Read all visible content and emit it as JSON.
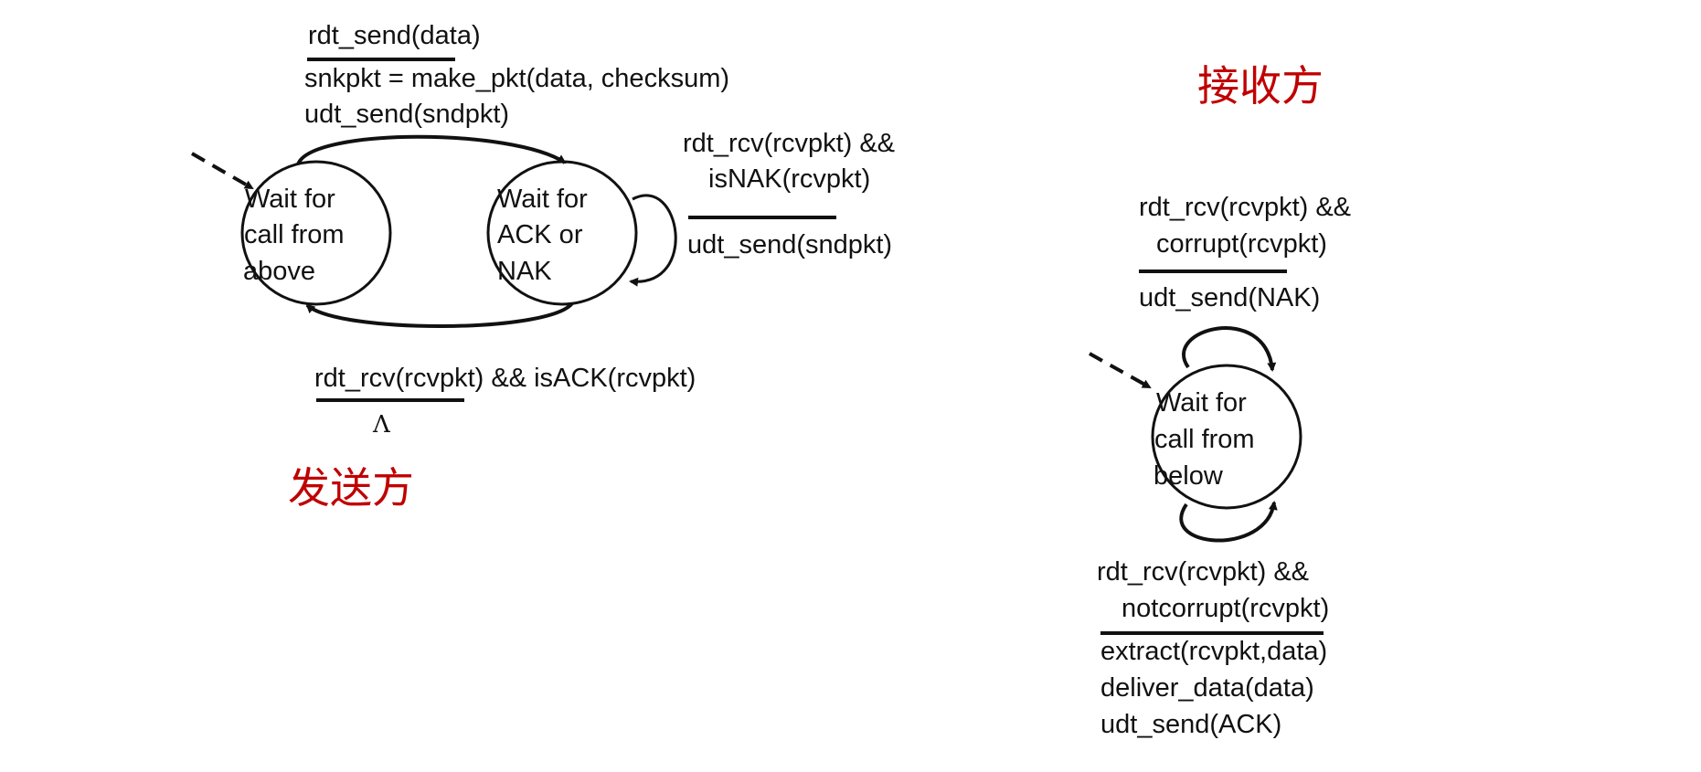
{
  "sender": {
    "title": "发送方",
    "state_idle": {
      "lines": [
        "Wait for",
        "call from",
        "above"
      ]
    },
    "state_wait_ack": {
      "lines": [
        "Wait for",
        "ACK or",
        "NAK"
      ]
    },
    "transition_send": {
      "event": "rdt_send(data)",
      "actions": [
        "snkpkt = make_pkt(data, checksum)",
        "udt_send(sndpkt)"
      ]
    },
    "transition_nak": {
      "event_lines": [
        "rdt_rcv(rcvpkt) &&",
        "isNAK(rcvpkt)"
      ],
      "action": "udt_send(sndpkt)"
    },
    "transition_ack": {
      "event": "rdt_rcv(rcvpkt) && isACK(rcvpkt)",
      "action": "Λ"
    }
  },
  "receiver": {
    "title": "接收方",
    "state_wait_below": {
      "lines": [
        "Wait for",
        "call from",
        "below"
      ]
    },
    "transition_corrupt": {
      "event_lines": [
        "rdt_rcv(rcvpkt) &&",
        "corrupt(rcvpkt)"
      ],
      "action": "udt_send(NAK)"
    },
    "transition_notcorrupt": {
      "event_lines": [
        "rdt_rcv(rcvpkt) &&",
        "notcorrupt(rcvpkt)"
      ],
      "actions": [
        "extract(rcvpkt,data)",
        "deliver_data(data)",
        "udt_send(ACK)"
      ]
    }
  },
  "colors": {
    "ink": "#111111",
    "title_red": "#c00000"
  }
}
